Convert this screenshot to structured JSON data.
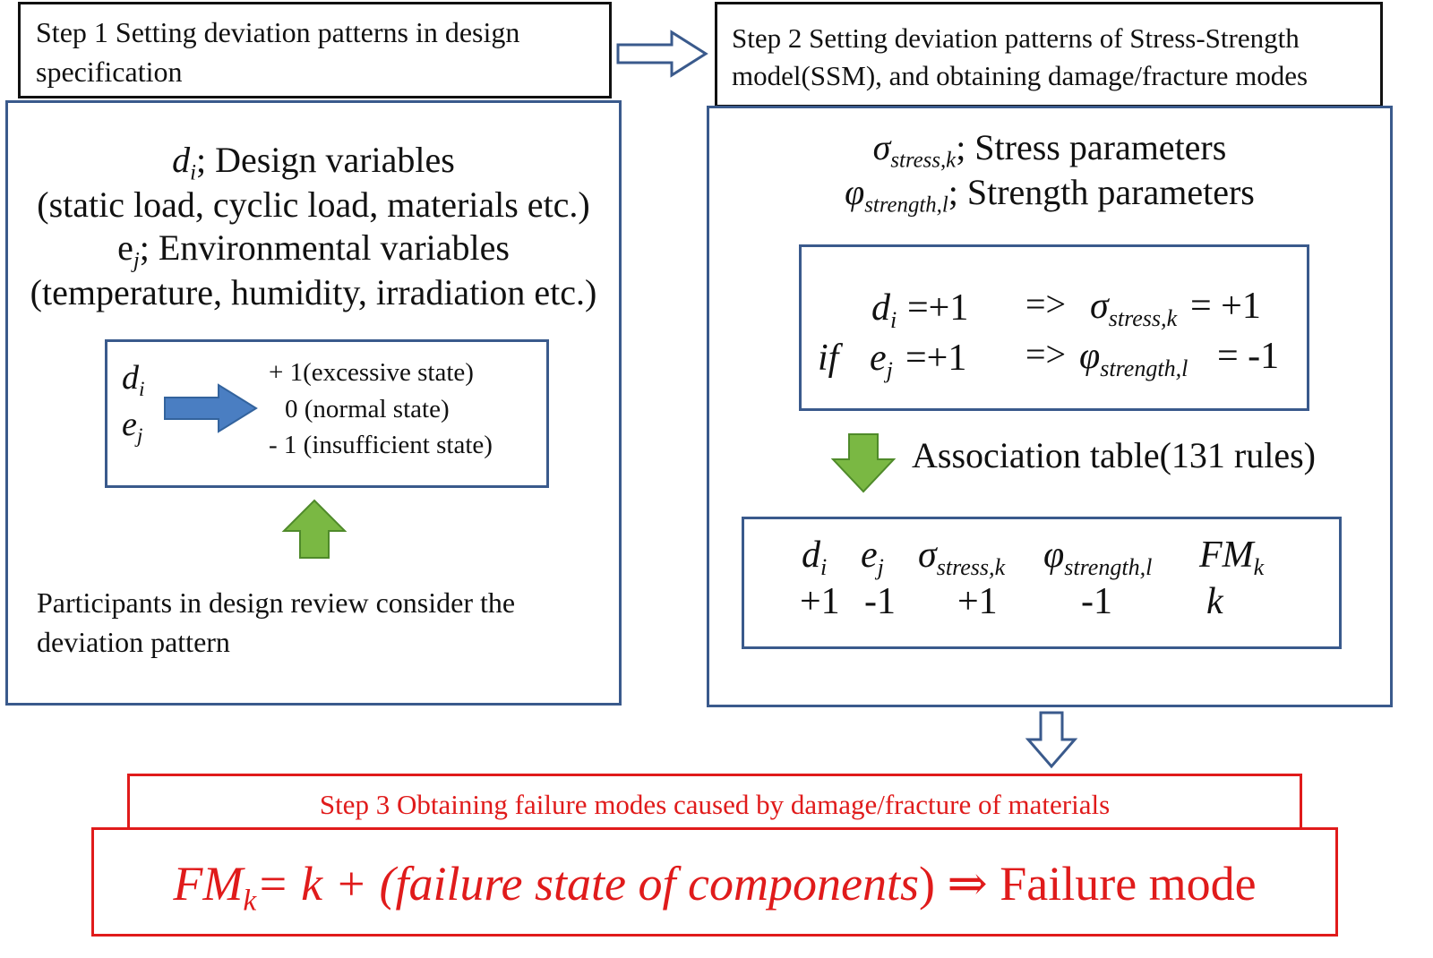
{
  "step1": {
    "title_line1": "Step 1 Setting deviation patterns in design",
    "title_line2": "specification",
    "d_symbol": "d",
    "d_sub": "i",
    "design_vars": "; Design variables",
    "design_vars_detail": "(static load, cyclic load, materials etc.)",
    "e_symbol": "e",
    "e_sub": "j",
    "env_vars": "; Environmental variables",
    "env_vars_detail": "(temperature, humidity, irradiation etc.)",
    "states": {
      "plus": "+ 1(excessive state)",
      "zero": "0 (normal state)",
      "minus": "- 1 (insufficient state)"
    },
    "review_line1": "Participants in design review consider the",
    "review_line2": "deviation pattern"
  },
  "step2": {
    "title_line1": "Step 2  Setting deviation patterns of Stress-Strength",
    "title_line2": "model(SSM), and obtaining damage/fracture modes",
    "sigma": "σ",
    "sigma_sub": "stress,k",
    "stress_params": "; Stress parameters",
    "phi": "φ",
    "phi_sub": "strength,l",
    "strength_params": "; Strength parameters",
    "rule": {
      "if": "if",
      "d_eq": "=+1",
      "e_eq": "=+1",
      "implies": "=>",
      "sigma_val": "= +1",
      "phi_val": "= -1"
    },
    "assoc_table_label": "Association table(131 rules)",
    "table": {
      "fm": "FM",
      "fm_sub": "k",
      "row": [
        "+1",
        "-1",
        "+1",
        "-1",
        "k"
      ]
    }
  },
  "step3": {
    "title": "Step 3 Obtaining failure modes caused by damage/fracture of materials",
    "formula_fm": "FM",
    "formula_sub": "k",
    "formula_eq": "= k + (",
    "formula_italic": "failure state of components",
    "formula_close": ")",
    "formula_arrow": "⇒",
    "formula_result": "Failure mode"
  },
  "colors": {
    "blue_border": "#3a5a8c",
    "red": "#e01b1b",
    "blue_arrow": "#4a7ec2",
    "green_arrow": "#7ab843"
  }
}
